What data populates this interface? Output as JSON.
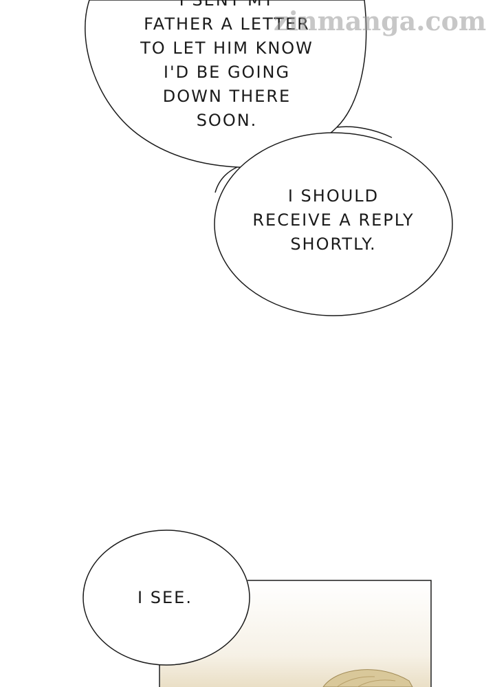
{
  "bubble_1": {
    "lines": [
      "I SENT MY",
      "FATHER A LETTER",
      "TO LET HIM KNOW",
      "I'D BE GOING",
      "DOWN THERE",
      "SOON."
    ]
  },
  "bubble_2": {
    "lines": [
      "I SHOULD",
      "RECEIVE A REPLY",
      "SHORTLY."
    ]
  },
  "bubble_3": {
    "lines": [
      "I SEE."
    ]
  },
  "watermark": "zinmanga.com"
}
